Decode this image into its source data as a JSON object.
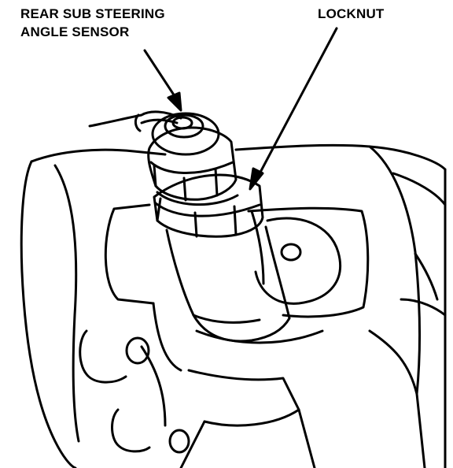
{
  "labels": {
    "sensor_line1": "REAR SUB STEERING",
    "sensor_line2": "ANGLE SENSOR",
    "locknut": "LOCKNUT"
  },
  "colors": {
    "ink": "#000000",
    "paper": "#ffffff"
  }
}
